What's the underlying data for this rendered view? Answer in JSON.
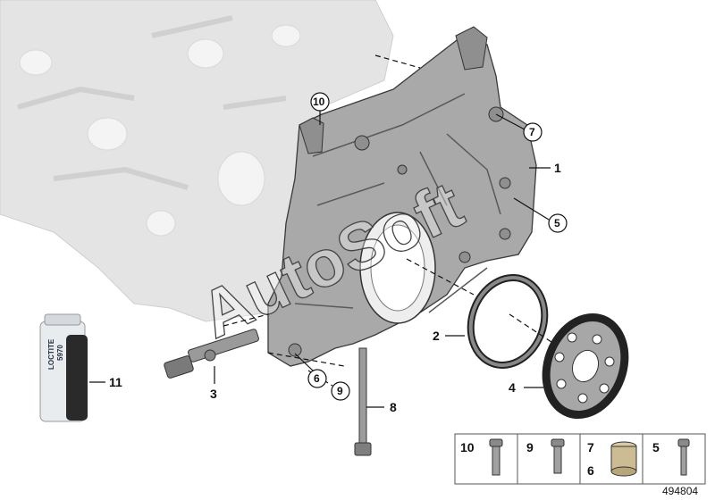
{
  "callouts": {
    "c1": "1",
    "c2": "2",
    "c3": "3",
    "c4": "4",
    "c5": "5",
    "c6": "6",
    "c7": "7",
    "c8": "8",
    "c9": "9",
    "c10": "10",
    "c11": "11"
  },
  "legend": {
    "n10": "10",
    "n9": "9",
    "n7": "7",
    "n6": "6",
    "n5": "5"
  },
  "reference_number": "494804",
  "watermark_text": "AutoSoft",
  "tube_label": {
    "brand": "LOCTITE",
    "product": "5970"
  },
  "colors": {
    "cover": "#a9a9a9",
    "engine": "#e4e4e4",
    "ink": "#111111"
  }
}
